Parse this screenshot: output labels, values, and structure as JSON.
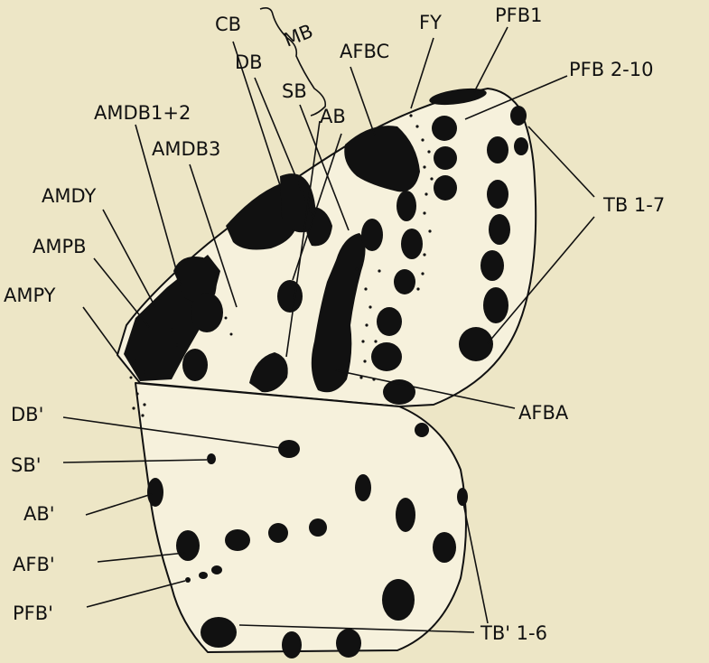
{
  "figure": {
    "labels": {
      "cb": "CB",
      "mb": "MB",
      "db": "DB",
      "sb": "SB",
      "ab": "AB",
      "fy": "FY",
      "afbc": "AFBC",
      "pfb1": "PFB1",
      "pfb2_10": "PFB 2-10",
      "amdb12": "AMDB1+2",
      "amdb3": "AMDB3",
      "amdy": "AMDY",
      "ampb": "AMPB",
      "ampy": "AMPY",
      "tb17": "TB 1-7",
      "afba": "AFBA",
      "db_h": "DB'",
      "sb_h": "SB'",
      "ab_h": "AB'",
      "afb_h": "AFB'",
      "pfb_h": "PFB'",
      "tb16_h": "TB' 1-6"
    }
  }
}
